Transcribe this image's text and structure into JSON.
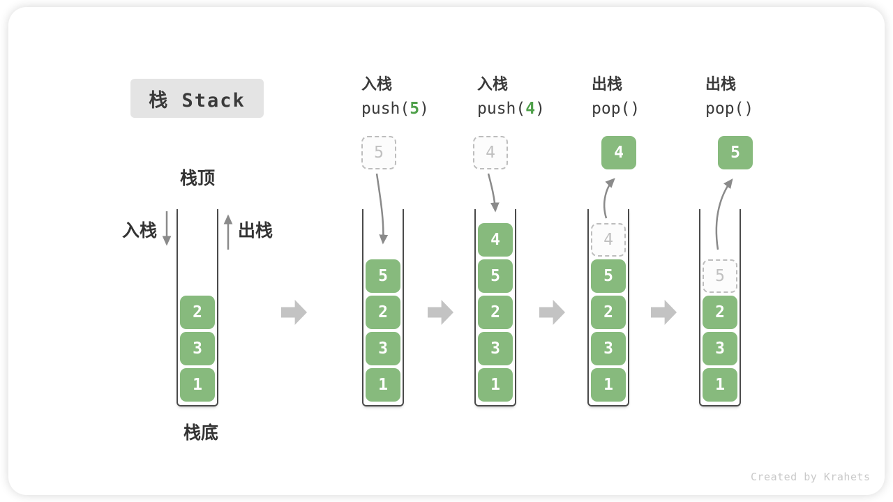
{
  "title": {
    "text": "栈 Stack"
  },
  "side_labels": {
    "top": "栈顶",
    "bottom": "栈底",
    "push": "入栈",
    "pop": "出栈"
  },
  "operations": [
    {
      "label": "入栈",
      "code_prefix": "push(",
      "code_arg": "5",
      "code_suffix": ")"
    },
    {
      "label": "入栈",
      "code_prefix": "push(",
      "code_arg": "4",
      "code_suffix": ")"
    },
    {
      "label": "出栈",
      "code_prefix": "pop(",
      "code_arg": "",
      "code_suffix": ")"
    },
    {
      "label": "出栈",
      "code_prefix": "pop(",
      "code_arg": "",
      "code_suffix": ")"
    }
  ],
  "stacks": [
    {
      "name": "initial",
      "cells": [
        {
          "v": "2"
        },
        {
          "v": "3"
        },
        {
          "v": "1"
        }
      ]
    },
    {
      "name": "after-push-5",
      "above": {
        "v": "5"
      },
      "cells": [
        {
          "v": "5"
        },
        {
          "v": "2"
        },
        {
          "v": "3"
        },
        {
          "v": "1"
        }
      ]
    },
    {
      "name": "after-push-4",
      "above": {
        "v": "4"
      },
      "cells": [
        {
          "v": "4"
        },
        {
          "v": "5"
        },
        {
          "v": "2"
        },
        {
          "v": "3"
        },
        {
          "v": "1"
        }
      ]
    },
    {
      "name": "after-pop-4",
      "above": {
        "v": "4"
      },
      "ghost": {
        "v": "4"
      },
      "cells": [
        {
          "v": "5"
        },
        {
          "v": "2"
        },
        {
          "v": "3"
        },
        {
          "v": "1"
        }
      ]
    },
    {
      "name": "after-pop-5",
      "above": {
        "v": "5"
      },
      "ghost": {
        "v": "5"
      },
      "cells": [
        {
          "v": "2"
        },
        {
          "v": "3"
        },
        {
          "v": "1"
        }
      ]
    }
  ],
  "footer": {
    "credit": "Created by Krahets"
  },
  "colors": {
    "box_green": "#87ba7d",
    "code_arg_green": "#4fa04a",
    "arrow_gray": "#8a8a8a",
    "block_arrow_gray": "#c3c3c3",
    "ghost_border_gray": "#bdbdbd",
    "title_bg": "#e4e4e4",
    "text_dark": "#3a3a3a",
    "wall_dark": "#4a4a4a"
  }
}
